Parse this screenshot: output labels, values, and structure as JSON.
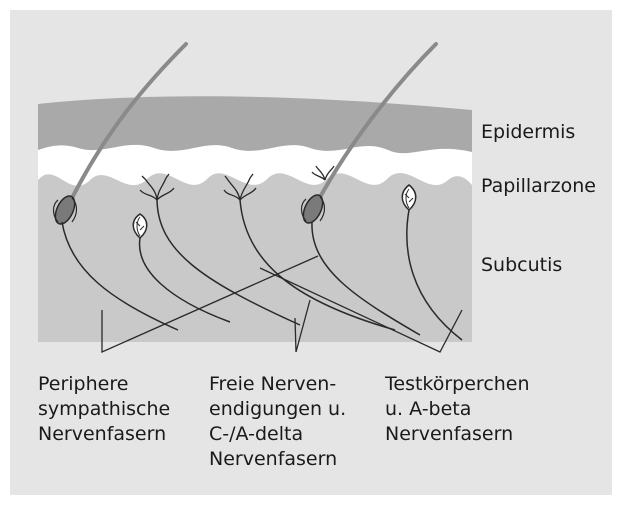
{
  "layers": {
    "epidermis": "Epidermis",
    "papillary_zone": "Papillarzone",
    "subcutis": "Subcutis"
  },
  "captions": {
    "sympathetic": [
      "Periphere",
      "sympathische",
      "Nervenfasern"
    ],
    "free_endings": [
      "Freie Nerven-",
      "endigungen u.",
      "C-/A-delta",
      "Nervenfasern"
    ],
    "corpuscles": [
      "Testkörperchen",
      "u. A-beta",
      "Nervenfasern"
    ]
  },
  "colors": {
    "background": "#e5e5e5",
    "epidermis": "#a9a9a9",
    "papillary_zone": "#ffffff",
    "subcutis": "#c9c9c9",
    "hair": "#8a8a8a",
    "nerve": "#2a2a2a"
  }
}
